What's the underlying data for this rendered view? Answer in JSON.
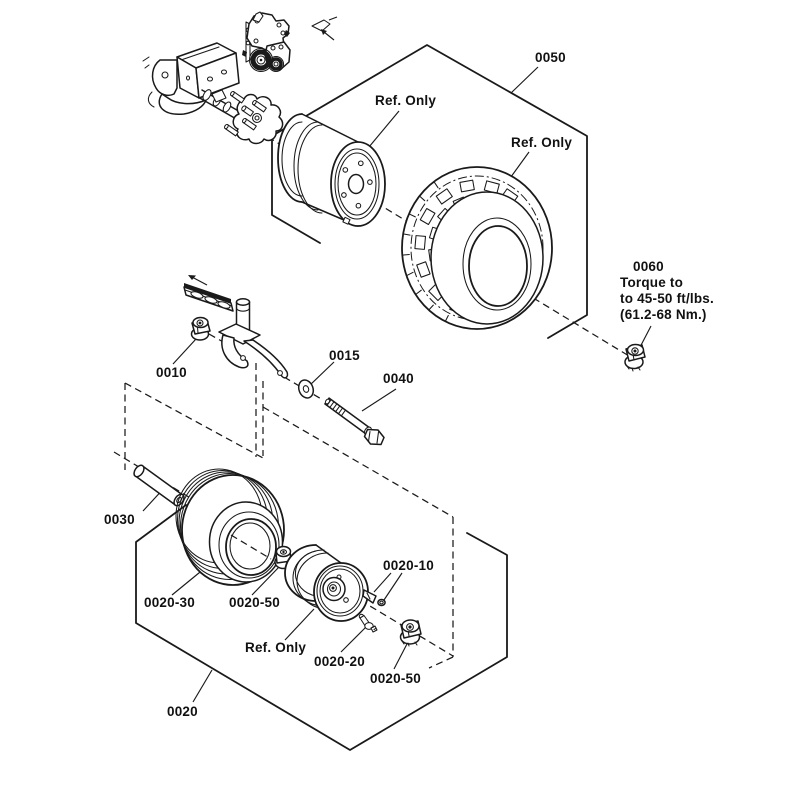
{
  "page": {
    "background": "#ffffff",
    "line_color": "#1a1a1a",
    "type": "exploded-parts-diagram"
  },
  "labels": {
    "p0050": "0050",
    "ref_only_rim_top": "Ref. Only",
    "ref_only_tire_top": "Ref. Only",
    "p0060": "0060",
    "torque_line1": "Torque to",
    "torque_line2": "to 45-50 ft/lbs.",
    "torque_line3": "(61.2-68 Nm.)",
    "p0010": "0010",
    "p0015": "0015",
    "p0040": "0040",
    "p0030": "0030",
    "p0020_30": "0020-30",
    "p0020_50_left": "0020-50",
    "ref_only_rim_lower": "Ref. Only",
    "p0020_10": "0020-10",
    "p0020_20": "0020-20",
    "p0020_50_right": "0020-50",
    "p0020": "0020"
  }
}
